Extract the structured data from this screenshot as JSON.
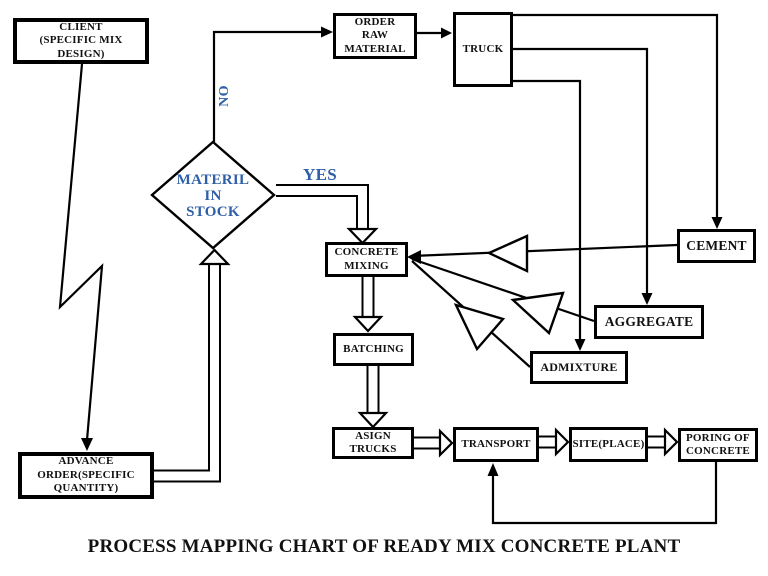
{
  "title": "PROCESS MAPPING CHART OF READY MIX CONCRETE PLANT",
  "colors": {
    "line": "#000000",
    "background": "#ffffff",
    "decision_text": "#2f5fa7"
  },
  "nodes": {
    "client": "CLIENT\n(SPECIFIC MIX\nDESIGN)",
    "order_raw_material": "ORDER\nRAW\nMATERIAL",
    "truck": "TRUCK",
    "cement": "CEMENT",
    "aggregate": "AGGREGATE",
    "admixture": "ADMIXTURE",
    "concrete_mixing": "CONCRETE\nMIXING",
    "batching": "BATCHING",
    "asign_trucks": "ASIGN\nTRUCKS",
    "transport": "TRANSPORT",
    "site_place": "SITE(PLACE)",
    "poring_of_concrete": "PORING OF\nCONCRETE",
    "advance_order": "ADVANCE\nORDER(SPECIFIC\nQUANTITY)",
    "material_in_stock": "MATERIL\nIN\nSTOCK"
  },
  "labels": {
    "yes": "YES",
    "no": "NO"
  },
  "edges": [
    {
      "from": "client",
      "to": "advance_order",
      "style": "solid-arrow"
    },
    {
      "from": "material_in_stock",
      "to": "order_raw_material",
      "label": "NO",
      "style": "solid-arrow"
    },
    {
      "from": "order_raw_material",
      "to": "truck",
      "style": "solid-arrow"
    },
    {
      "from": "truck",
      "to": "cement",
      "style": "solid-arrow"
    },
    {
      "from": "truck",
      "to": "aggregate",
      "style": "solid-arrow"
    },
    {
      "from": "truck",
      "to": "admixture",
      "style": "solid-arrow"
    },
    {
      "from": "cement",
      "to": "concrete_mixing",
      "style": "solid-arrow-with-open-triangle"
    },
    {
      "from": "aggregate",
      "to": "concrete_mixing",
      "style": "solid-arrow-with-open-triangle"
    },
    {
      "from": "admixture",
      "to": "concrete_mixing",
      "style": "solid-arrow-with-open-triangle"
    },
    {
      "from": "material_in_stock",
      "to": "concrete_mixing",
      "label": "YES",
      "style": "hollow-arrow"
    },
    {
      "from": "concrete_mixing",
      "to": "batching",
      "style": "hollow-arrow"
    },
    {
      "from": "batching",
      "to": "asign_trucks",
      "style": "hollow-arrow"
    },
    {
      "from": "asign_trucks",
      "to": "transport",
      "style": "hollow-arrow"
    },
    {
      "from": "transport",
      "to": "site_place",
      "style": "hollow-arrow"
    },
    {
      "from": "site_place",
      "to": "poring_of_concrete",
      "style": "hollow-arrow"
    },
    {
      "from": "poring_of_concrete",
      "to": "transport",
      "style": "solid-arrow-feedback"
    },
    {
      "from": "advance_order",
      "to": "material_in_stock",
      "style": "hollow-arrow"
    }
  ]
}
